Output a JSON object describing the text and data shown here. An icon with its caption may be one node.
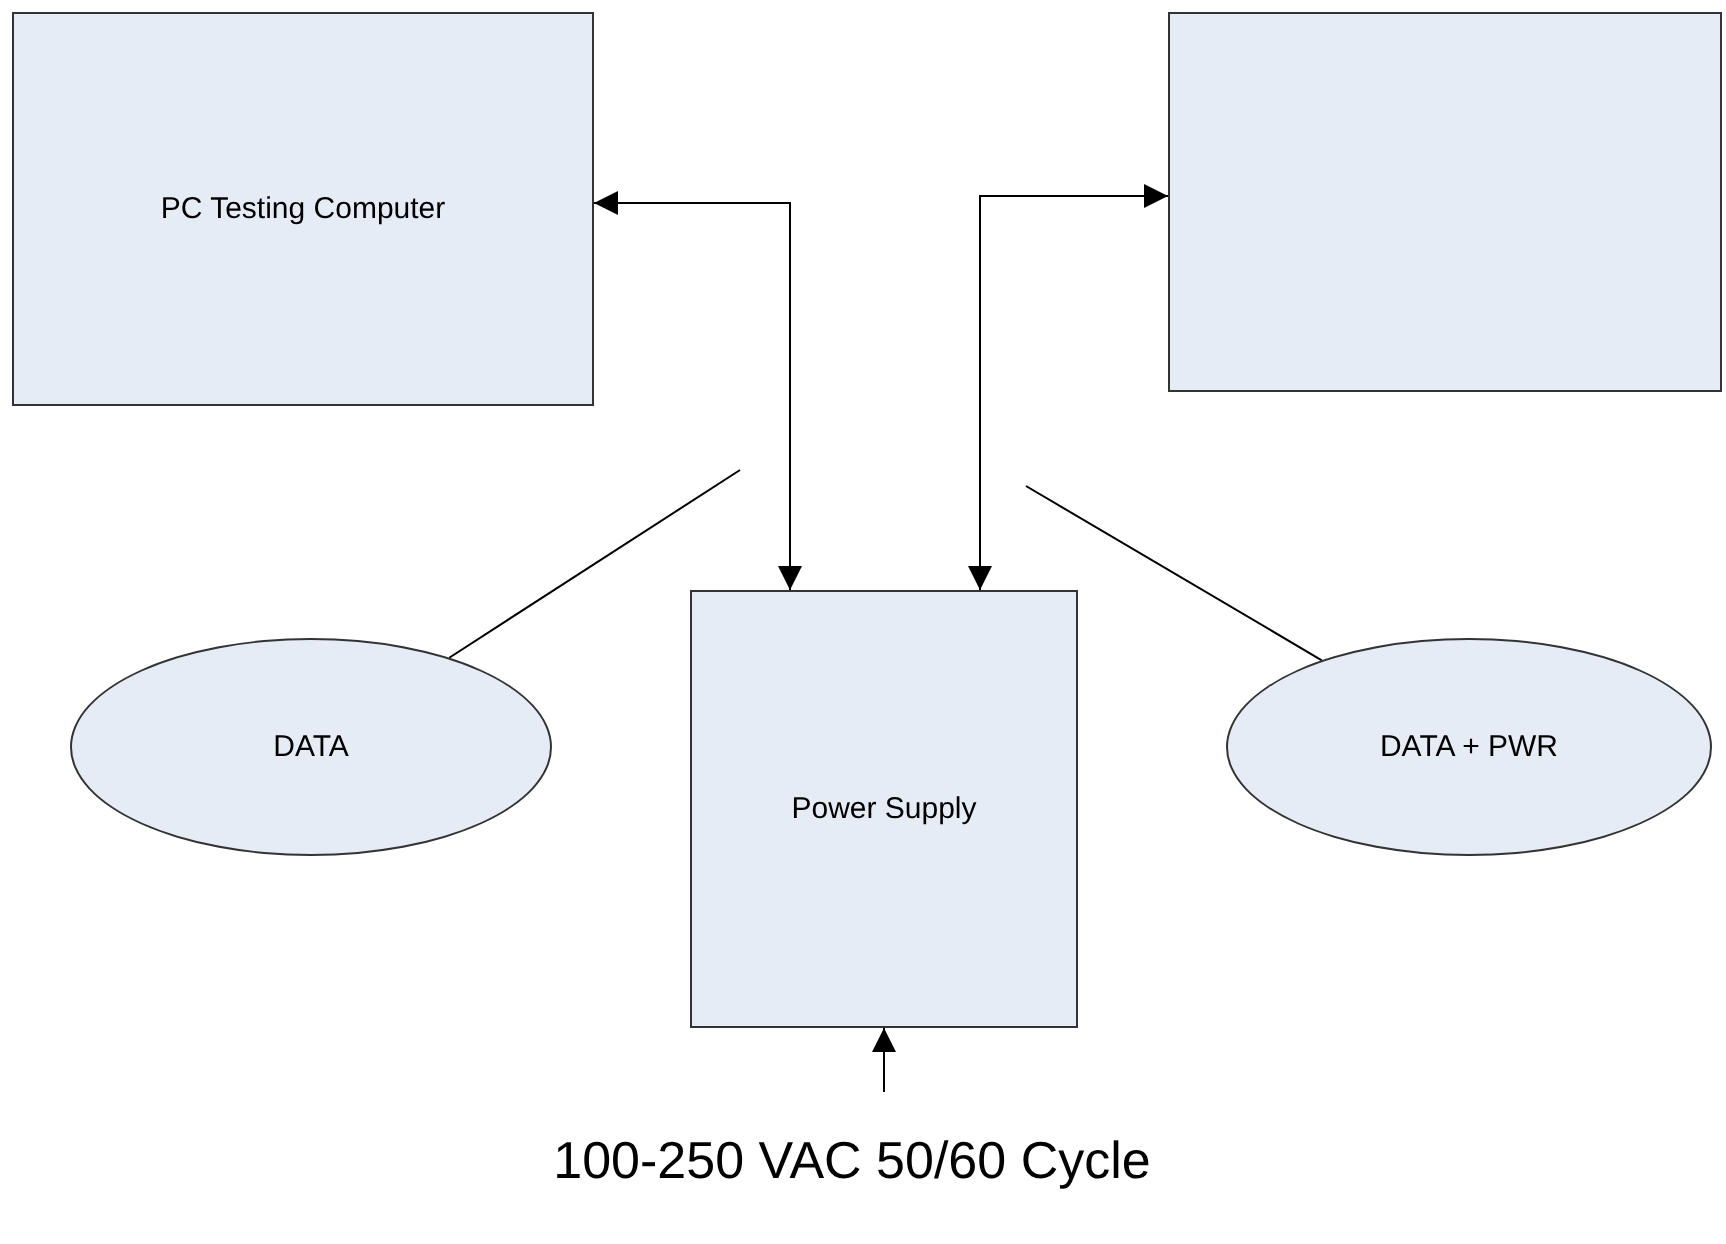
{
  "diagram": {
    "nodes": [
      {
        "text": [
          "PC Testing Computer"
        ]
      },
      {
        "text": [],
        "shape": "box"
      },
      {
        "text": [
          "Power Supply"
        ]
      },
      {
        "text": [
          "DATA"
        ]
      },
      {
        "text": [
          "DATA + PWR"
        ]
      },
      {
        "text": [
          "100-250 VAC 50/60 Cycle"
        ]
      }
    ],
    "edges": [
      {
        "from": 0,
        "to": 2,
        "arrow": "both"
      },
      {
        "from": 1,
        "to": 2,
        "arrow": "both"
      },
      {
        "from": 5,
        "to": 2,
        "arrow": "to"
      },
      {
        "from": 3,
        "to": null,
        "arrow": "none"
      },
      {
        "from": 4,
        "to": null,
        "arrow": "none"
      }
    ]
  }
}
